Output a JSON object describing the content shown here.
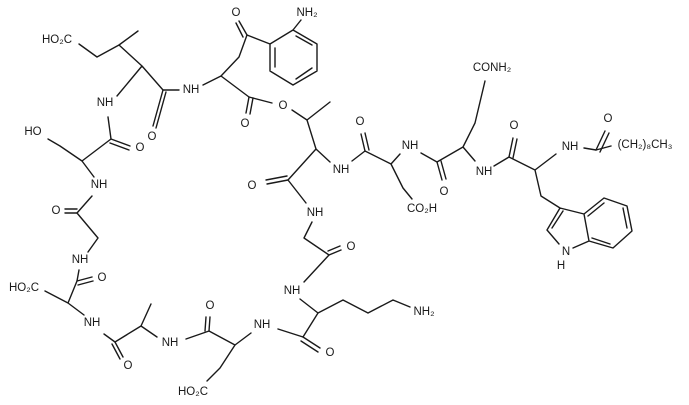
{
  "figure": {
    "kind": "chemical structure diagram"
  },
  "colors": {
    "ink": "#1a1a1a",
    "background": "#ffffff"
  },
  "labels": {
    "meglu_ho2c": "HO₂C",
    "meglu_nh": "NH",
    "meglu_carbonyl_o": "O",
    "kyn_nh": "NH",
    "kyn_ketone_o": "O",
    "aniline_nh2": "NH₂",
    "ester_carbonyl_o": "O",
    "ester_o": "O",
    "thr_nh": "NH",
    "thr_carbonyl_o": "O",
    "ser_ho": "HO",
    "ser_nh": "NH",
    "ser_carbonyl_o": "O",
    "gly10_nh": "NH",
    "gly10_carbonyl_o": "O",
    "asp9_ho2c": "HO₂C",
    "asp9_nh": "NH",
    "asp9_carbonyl_o": "O",
    "ala8_nh": "NH",
    "ala8_carbonyl_o": "O",
    "asp7_ho2c": "HO₂C",
    "asp7_nh": "NH",
    "asp7_carbonyl_o": "O",
    "orn6_nh": "NH",
    "orn6_nh2": "NH₂",
    "orn6_carbonyl_o": "O",
    "gly5_nh": "NH",
    "gly5_carbonyl_o": "O",
    "asp3_nh": "NH",
    "asp3_co2h": "CO₂H",
    "asp3_carbonyl_o": "O",
    "asn2_nh": "NH",
    "asn2_conh2": "CONH₂",
    "asn2_carbonyl_o": "O",
    "trp1_nh": "NH",
    "trp1_carbonyl_o": "O",
    "acyl_carbonyl_o": "O",
    "acyl_tail": "(CH₂)₈CH₃",
    "indole_n": "N",
    "indole_h": "H"
  }
}
